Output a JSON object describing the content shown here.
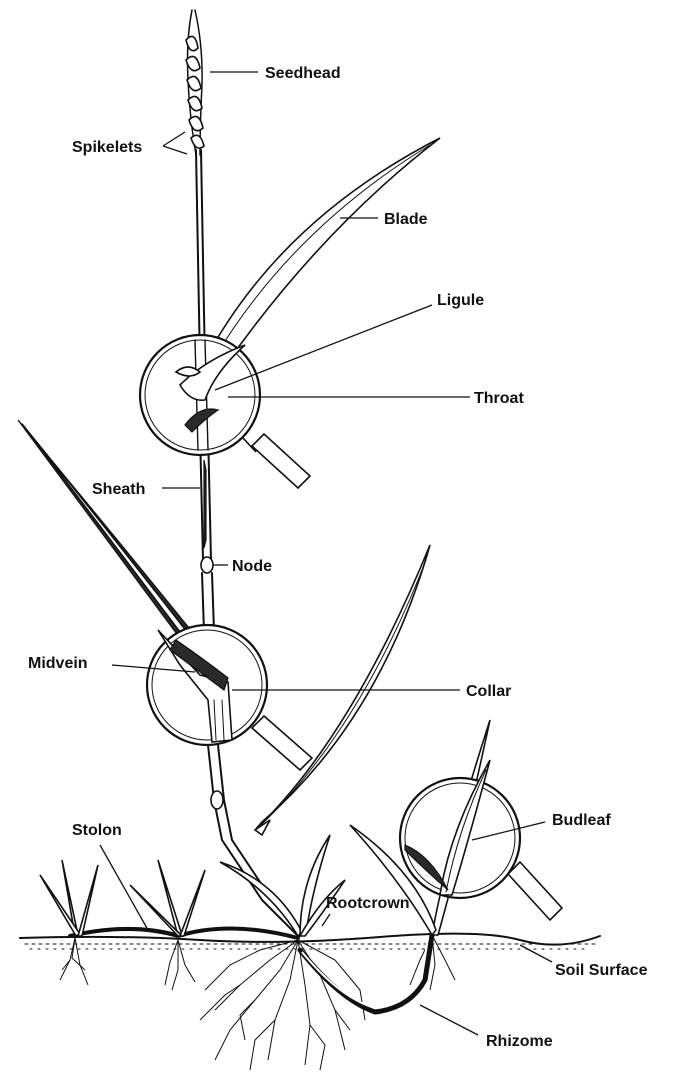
{
  "labels": {
    "seedhead": "Seedhead",
    "spikelets": "Spikelets",
    "blade": "Blade",
    "ligule": "Ligule",
    "throat": "Throat",
    "sheath": "Sheath",
    "node": "Node",
    "midvein": "Midvein",
    "collar": "Collar",
    "stolon": "Stolon",
    "budleaf": "Budleaf",
    "rootcrown": "Rootcrown",
    "soil_surface": "Soil Surface",
    "rhizome": "Rhizome"
  },
  "colors": {
    "ink": "#111111",
    "background": "#ffffff"
  },
  "icons": {
    "magnifier": "magnifying-glass-icon"
  }
}
